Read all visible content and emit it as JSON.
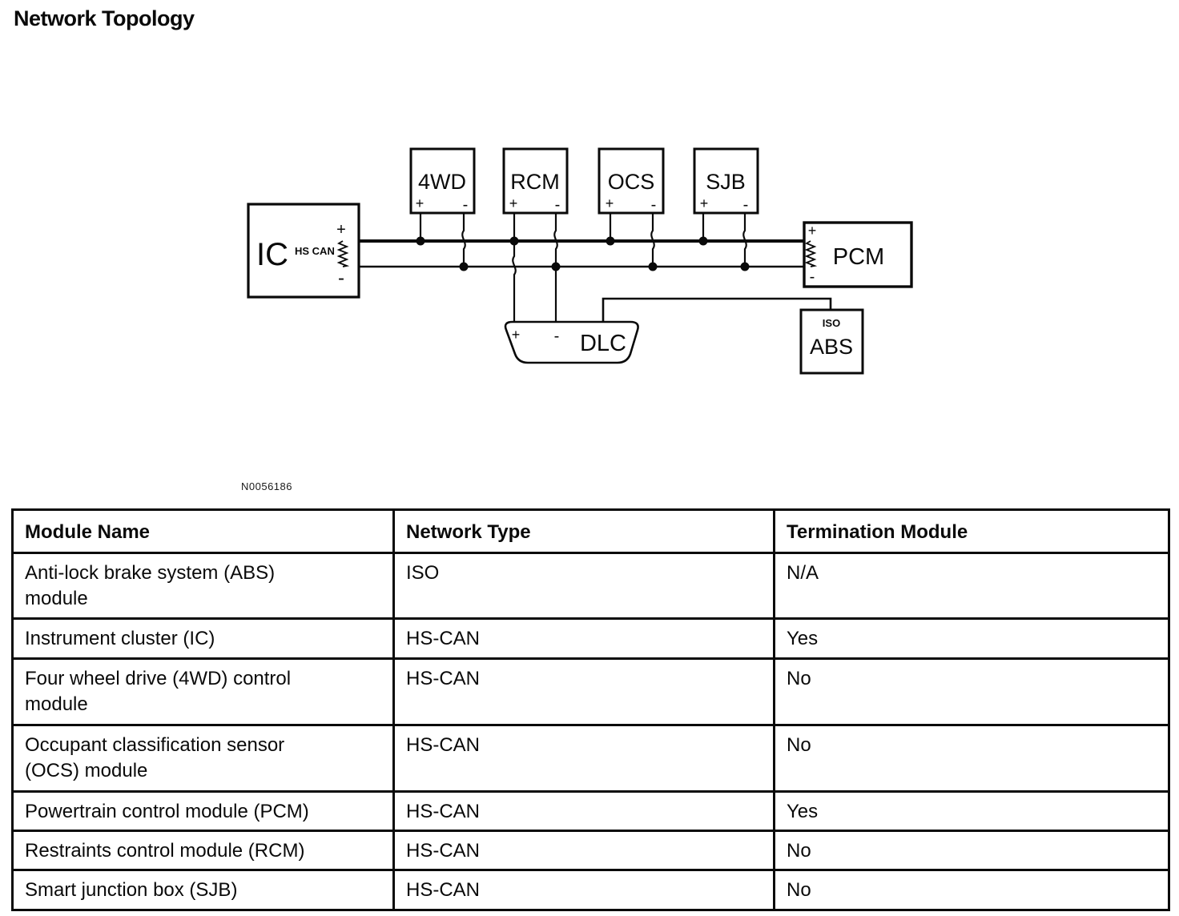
{
  "page": {
    "title": "Network Topology",
    "figure_id": "N0056186"
  },
  "diagram": {
    "symbols": {
      "plus": "+",
      "minus": "-"
    },
    "modules": {
      "ic": {
        "label": "IC",
        "bus_label": "HS CAN"
      },
      "fourwd": {
        "label": "4WD"
      },
      "rcm": {
        "label": "RCM"
      },
      "ocs": {
        "label": "OCS"
      },
      "sjb": {
        "label": "SJB"
      },
      "pcm": {
        "label": "PCM"
      },
      "dlc": {
        "label": "DLC"
      },
      "abs": {
        "label": "ABS",
        "bus_label": "ISO"
      }
    }
  },
  "table": {
    "headers": [
      "Module Name",
      "Network Type",
      "Termination Module"
    ],
    "rows": [
      {
        "module": "Anti-lock brake system (ABS) module",
        "network": "ISO",
        "termination": "N/A"
      },
      {
        "module": "Instrument cluster (IC)",
        "network": "HS-CAN",
        "termination": "Yes"
      },
      {
        "module": "Four wheel drive (4WD) control module",
        "network": "HS-CAN",
        "termination": "No"
      },
      {
        "module": "Occupant classification sensor (OCS) module",
        "network": "HS-CAN",
        "termination": "No"
      },
      {
        "module": "Powertrain control module (PCM)",
        "network": "HS-CAN",
        "termination": "Yes"
      },
      {
        "module": "Restraints control module (RCM)",
        "network": "HS-CAN",
        "termination": "No"
      },
      {
        "module": "Smart junction box (SJB)",
        "network": "HS-CAN",
        "termination": "No"
      }
    ]
  }
}
